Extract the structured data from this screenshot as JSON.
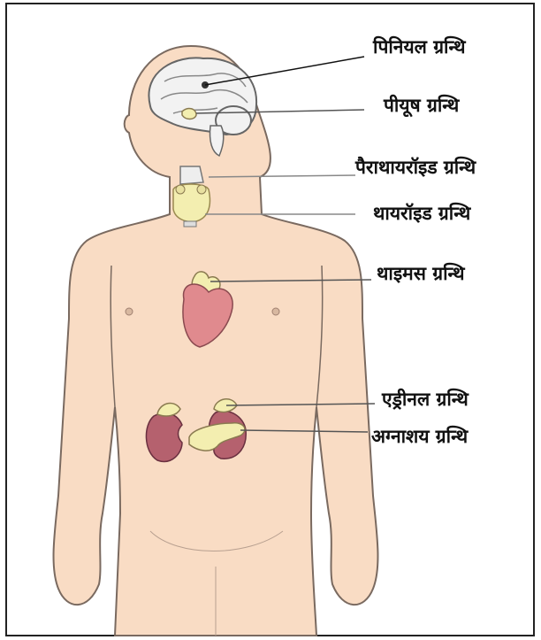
{
  "labels": {
    "pineal": "पिनियल ग्रन्थि",
    "pituitary": "पीयूष ग्रन्थि",
    "parathyroid": "पैराथायरॉइड ग्रन्थि",
    "thyroid": "थायरॉइड ग्रन्थि",
    "thymus": "थाइमस ग्रन्थि",
    "adrenal": "एड्रीनल ग्रन्थि",
    "pancreas": "अग्नाशय ग्रन्थि"
  },
  "colors": {
    "skin": "#f9dcc4",
    "outline": "#7a6a60",
    "organ_pink": "#e08a8e",
    "organ_purple": "#b5616e",
    "gland_yellow": "#f3eeb0",
    "brain": "#f2f2f2",
    "border": "#222222"
  }
}
